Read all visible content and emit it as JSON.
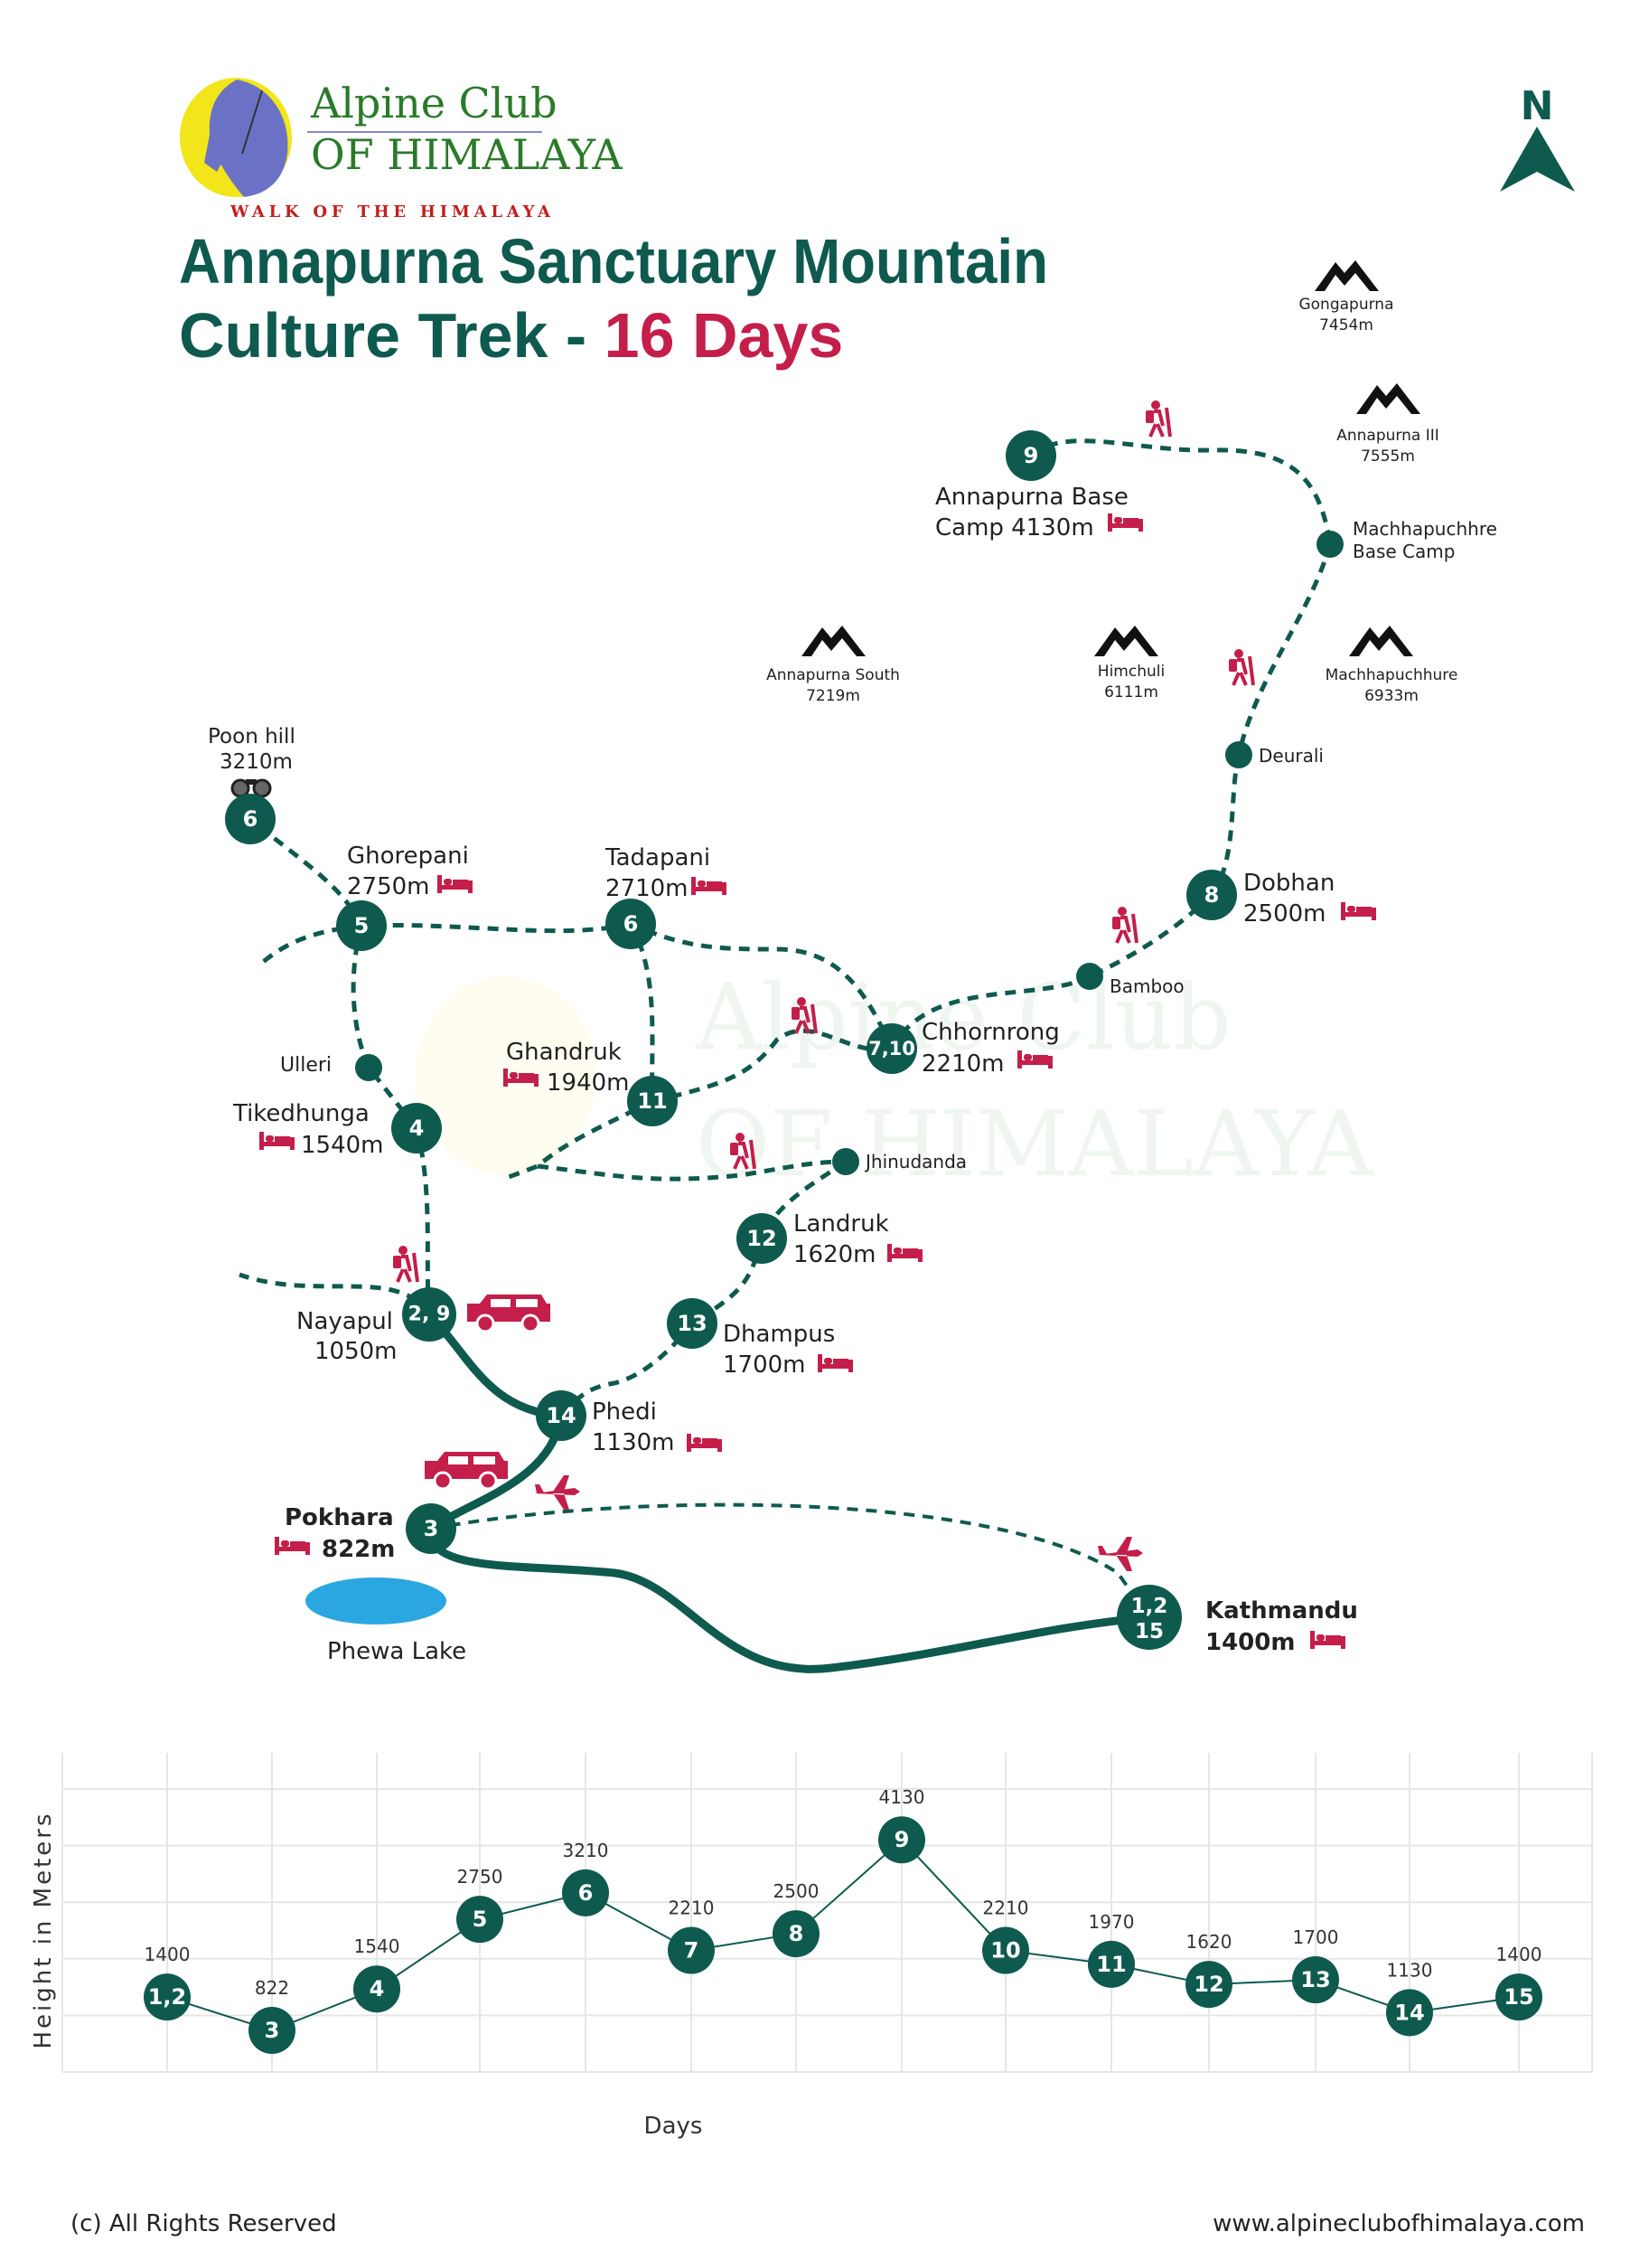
{
  "colors": {
    "brand_green": "#0f5a4e",
    "accent_red": "#c41e4a",
    "lake_blue": "#2aa7e0",
    "logo_yellow": "#f2e51a",
    "logo_blue": "#6b72c6"
  },
  "logo": {
    "line1": "Alpine Club",
    "line2": "OF HIMALAYA",
    "tagline": "WALK OF THE HIMALAYA"
  },
  "title": {
    "line1": "Annapurna Sanctuary Mountain",
    "line2_main": "Culture Trek - ",
    "line2_accent": "16 Days"
  },
  "compass": {
    "label": "N"
  },
  "mountains": [
    {
      "name": "Gongapurna",
      "height": "7454m"
    },
    {
      "name": "Annapurna III",
      "height": "7555m"
    },
    {
      "name": "Annapurna South",
      "height": "7219m"
    },
    {
      "name": "Himchuli",
      "height": "6111m"
    },
    {
      "name": "Machhapuchhure",
      "height": "6933m"
    }
  ],
  "stops": {
    "abc": {
      "day": "9",
      "name": "Annapurna Base",
      "line2": "Camp 4130m"
    },
    "mbc": {
      "name": "Machhapuchhre",
      "line2": "Base Camp"
    },
    "deurali": {
      "name": "Deurali"
    },
    "dobhan": {
      "day": "8",
      "name": "Dobhan",
      "alt": "2500m"
    },
    "bamboo": {
      "name": "Bamboo"
    },
    "chhomrong": {
      "day": "7,10",
      "name": "Chhornrong",
      "alt": "2210m"
    },
    "tadapani": {
      "day": "6",
      "name": "Tadapani",
      "alt": "2710m"
    },
    "ghorepani": {
      "day": "5",
      "name": "Ghorepani",
      "alt": "2750m"
    },
    "poonhill": {
      "day": "6",
      "name": "Poon hill",
      "alt": "3210m"
    },
    "ulleri": {
      "name": "Ulleri"
    },
    "tikedhunga": {
      "day": "4",
      "name": "Tikedhunga",
      "alt": "1540m"
    },
    "ghandruk": {
      "day": "11",
      "name": "Ghandruk",
      "alt": "1940m"
    },
    "jhinudanda": {
      "name": "Jhinudanda"
    },
    "landruk": {
      "day": "12",
      "name": "Landruk",
      "alt": "1620m"
    },
    "dhampus": {
      "day": "13",
      "name": "Dhampus",
      "alt": "1700m"
    },
    "nayapul": {
      "day": "2, 9",
      "name": "Nayapul",
      "alt": "1050m"
    },
    "phedi": {
      "day": "14",
      "name": "Phedi",
      "alt": "1130m"
    },
    "pokhara": {
      "day": "3",
      "name": "Pokhara",
      "alt": "822m"
    },
    "kathmandu": {
      "day1": "1,2",
      "day2": "15",
      "name": "Kathmandu",
      "alt": "1400m"
    }
  },
  "lake": {
    "name": "Phewa Lake"
  },
  "chart_data": {
    "type": "line",
    "xlabel": "Days",
    "ylabel": "Height in Meters",
    "categories": [
      "1,2",
      "3",
      "4",
      "5",
      "6",
      "7",
      "8",
      "9",
      "10",
      "11",
      "12",
      "13",
      "14",
      "15"
    ],
    "values": [
      1400,
      822,
      1540,
      2750,
      3210,
      2210,
      2500,
      4130,
      2210,
      1970,
      1620,
      1700,
      1130,
      1400
    ],
    "data_labels": [
      "1400",
      "822",
      "1540",
      "2750",
      "3210",
      "2210",
      "2500",
      "4130",
      "2210",
      "1970",
      "1620",
      "1700",
      "1130",
      "1400"
    ],
    "ylim": [
      100,
      5640
    ],
    "grid": true,
    "marker_color": "#0f5a4e"
  },
  "footer": {
    "left": "(c) All Rights Reserved",
    "right": "www.alpineclubofhimalaya.com"
  }
}
